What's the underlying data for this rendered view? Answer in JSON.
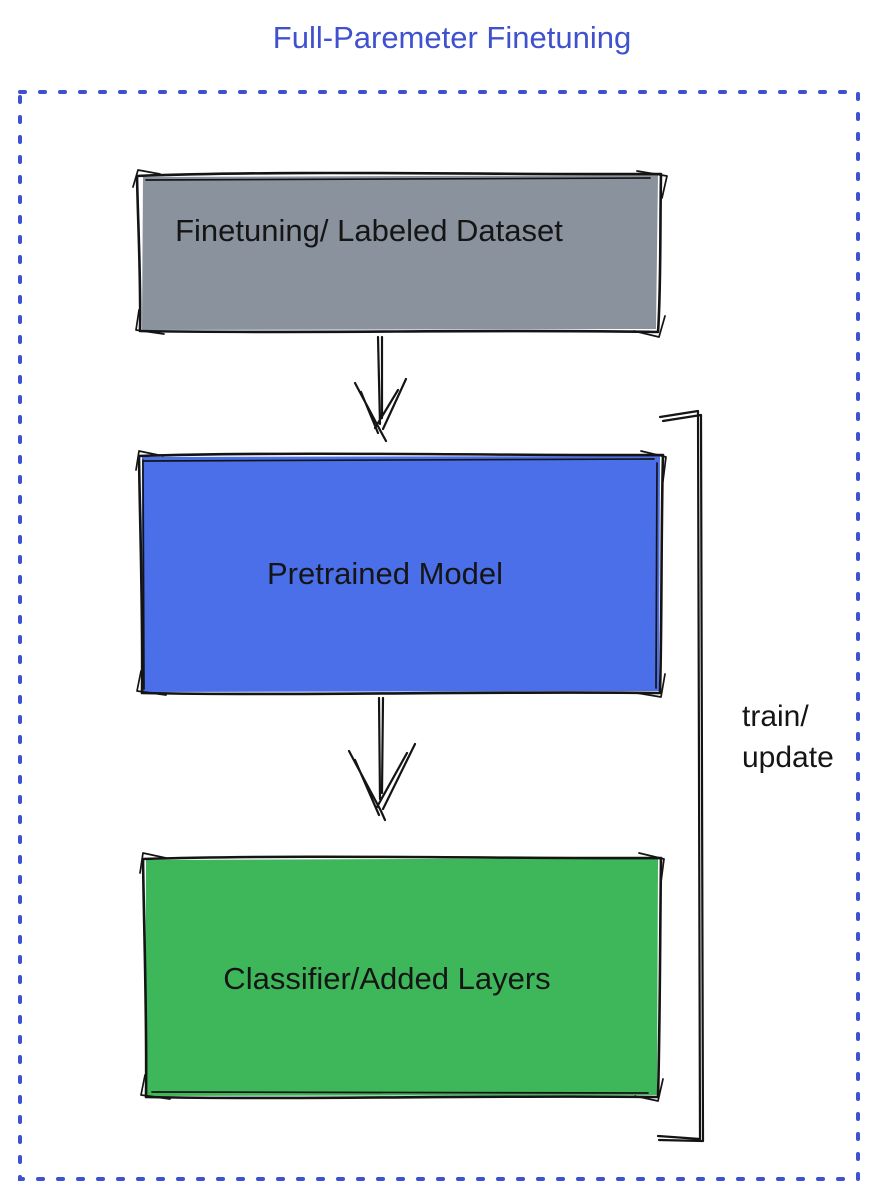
{
  "title": "Full-Paremeter Finetuning",
  "colors": {
    "title": "#3F51CE",
    "boundary": "#3E52D0",
    "ink": "#141414",
    "label_text": "#151515"
  },
  "nodes": [
    {
      "id": "finetuning-dataset",
      "label": "Finetuning/ Labeled Dataset",
      "fill": "#8A929E"
    },
    {
      "id": "pretrained-model",
      "label": "Pretrained Model",
      "fill": "#4A6FE8"
    },
    {
      "id": "classifier-added-layers",
      "label": "Classifier/Added Layers",
      "fill": "#3EB65A"
    }
  ],
  "edges": [
    {
      "from": "finetuning-dataset",
      "to": "pretrained-model",
      "type": "arrow"
    },
    {
      "from": "pretrained-model",
      "to": "classifier-added-layers",
      "type": "arrow"
    }
  ],
  "bracket": {
    "label_line1": "train/",
    "label_line2": "update"
  }
}
